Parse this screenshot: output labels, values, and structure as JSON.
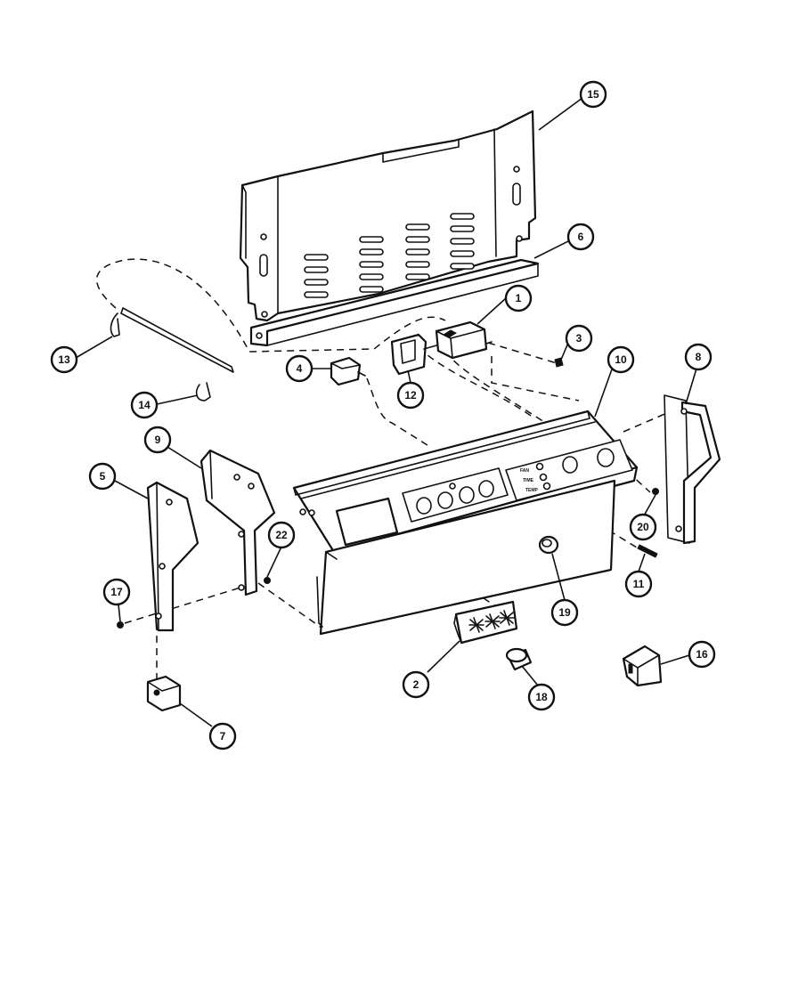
{
  "callouts": [
    {
      "id": "15",
      "label": "15"
    },
    {
      "id": "6a",
      "label": "6"
    },
    {
      "id": "1",
      "label": "1"
    },
    {
      "id": "3",
      "label": "3"
    },
    {
      "id": "13",
      "label": "13"
    },
    {
      "id": "4",
      "label": "4"
    },
    {
      "id": "12",
      "label": "12"
    },
    {
      "id": "10",
      "label": "10"
    },
    {
      "id": "8",
      "label": "8"
    },
    {
      "id": "14",
      "label": "14"
    },
    {
      "id": "9",
      "label": "9"
    },
    {
      "id": "5",
      "label": "5"
    },
    {
      "id": "22",
      "label": "22"
    },
    {
      "id": "20",
      "label": "20"
    },
    {
      "id": "11",
      "label": "11"
    },
    {
      "id": "17",
      "label": "17"
    },
    {
      "id": "19",
      "label": "19"
    },
    {
      "id": "2",
      "label": "2"
    },
    {
      "id": "16",
      "label": "16"
    },
    {
      "id": "18",
      "label": "18"
    },
    {
      "id": "7",
      "label": "7"
    }
  ],
  "panel_indicator_labels": [
    "FAN",
    "TIME",
    "TEMP"
  ]
}
